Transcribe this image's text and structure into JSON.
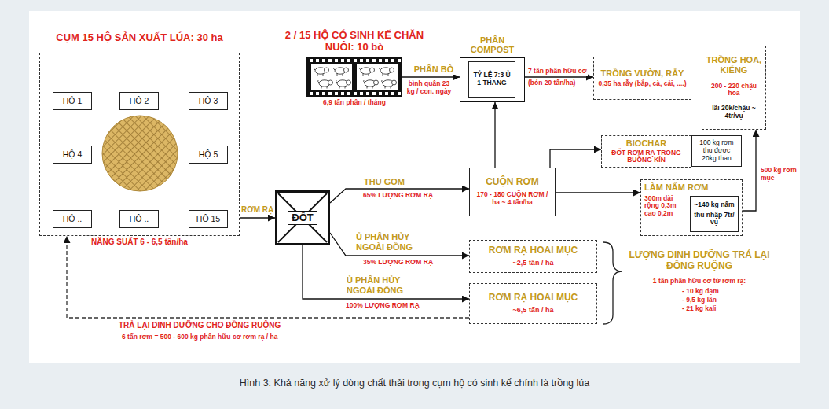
{
  "diagram": {
    "caption": "Hình 3: Khả năng xử lý dòng chất thải trong cụm hộ có sinh kế chính là trồng lúa",
    "nodes": [
      {
        "text": [
          "CỤM 15 HỘ SẢN XUẤT LÚA: 30 ha",
          "NĂNG SUẤT 6 - 6,5 tấn/ha"
        ]
      },
      {
        "text": [
          "HỘ 1"
        ],
        "in": 0
      },
      {
        "text": [
          "HỘ 2"
        ],
        "in": 0
      },
      {
        "text": [
          "HỘ 3"
        ],
        "in": 0
      },
      {
        "text": [
          "HỘ 4"
        ],
        "in": 0
      },
      {
        "text": [
          "HỘ 5"
        ],
        "in": 0
      },
      {
        "text": [
          "HỘ .."
        ],
        "in": 0
      },
      {
        "text": [
          "HỘ .."
        ],
        "in": 0
      },
      {
        "text": [
          "HỘ 15"
        ],
        "in": 0
      },
      {
        "text": [
          "2 / 15 HỘ CÓ SINH KẾ CHĂN NUÔI: 10 bò",
          "6,9 tấn phân / tháng"
        ]
      },
      {
        "text": [
          "PHÂN COMPOST"
        ]
      },
      {
        "text": [
          "TỶ LỆ 7:3 Ủ 1 THÁNG"
        ],
        "in": 10
      },
      {
        "text": [
          "TRỒNG VƯỜN, RẪY",
          "0,35 ha rẫy (bắp, cà, cải, ....)"
        ]
      },
      {
        "text": [
          "TRỒNG HOA, KIỂNG",
          "200 - 220 chậu hoa",
          "lãi 20k/chậu ~ 4tr/vụ"
        ]
      },
      {
        "text": [
          "BIOCHAR",
          "ĐỐT RƠM RẠ TRONG BUỒNG KÍN"
        ]
      },
      {
        "text": [
          "100 kg rơm thu được 20kg than"
        ]
      },
      {
        "text": [
          "ĐỐT"
        ]
      },
      {
        "text": [
          "CUỘN RƠM",
          "170 - 180 CUỘN RƠM / ha ~ 4 tấn/ha"
        ]
      },
      {
        "text": [
          "LÀM NẤM RƠM",
          "300m dài rộng 0,3m cao 0,2m"
        ]
      },
      {
        "text": [
          "~140 kg nấm",
          "thu nhập 7tr/ vụ"
        ],
        "in": 18
      },
      {
        "text": [
          "RƠM RẠ HOAI MỤC",
          "~2,5 tấn / ha"
        ]
      },
      {
        "text": [
          "RƠM RẠ HOAI MỤC",
          "~6,5 tấn / ha"
        ]
      }
    ],
    "edges": [
      {
        "from": 0,
        "to": 16,
        "label": "RƠM RẠ",
        "arrow": "to"
      },
      {
        "from": 9,
        "to": 10,
        "label": "PHÂN BÒ",
        "arrow": "to"
      },
      {
        "from": 10,
        "to": 12,
        "label": "7 tấn phân hữu cơ",
        "arrow": "to"
      },
      {
        "from": 16,
        "to": 17,
        "label": "THU GOM",
        "arrow": "to"
      },
      {
        "from": 16,
        "to": 20,
        "label": "Ủ PHÂN HỦY NGOÀI ĐỒNG",
        "arrow": "to"
      },
      {
        "from": 16,
        "to": 21,
        "label": "Ủ PHÂN HỦY NGOÀI ĐỒNG",
        "arrow": "to"
      },
      {
        "from": 17,
        "to": 10,
        "arrow": "to"
      },
      {
        "from": 17,
        "to": 14,
        "arrow": "to"
      },
      {
        "from": 17,
        "to": 18,
        "arrow": "to"
      },
      {
        "from": 18,
        "to": 13,
        "label": "500 kg rơm mục",
        "arrow": "to"
      },
      {
        "from": 21,
        "to": 0,
        "label": "TRẢ LẠI DINH DƯỠNG CHO ĐỒNG RUỘNG",
        "arrow": "to"
      }
    ],
    "labels": [
      "bình quân 23 kg / con. ngày",
      "(bón 20 tấn/ha)",
      "65% LƯỢNG RƠM RẠ",
      "35% LƯỢNG RƠM RẠ",
      "100% LƯỢNG RƠM RẠ",
      "LƯỢNG DINH DƯỠNG TRẢ LẠI ĐỒNG RUỘNG",
      "1 tấn phân hữu cơ từ rơm rạ:",
      "- 10 kg đạm",
      "- 9,5 kg lân",
      "- 21 kg kali",
      "6 tấn rơm = 500 - 600 kg phân hữu cơ rơm rạ / ha"
    ]
  }
}
